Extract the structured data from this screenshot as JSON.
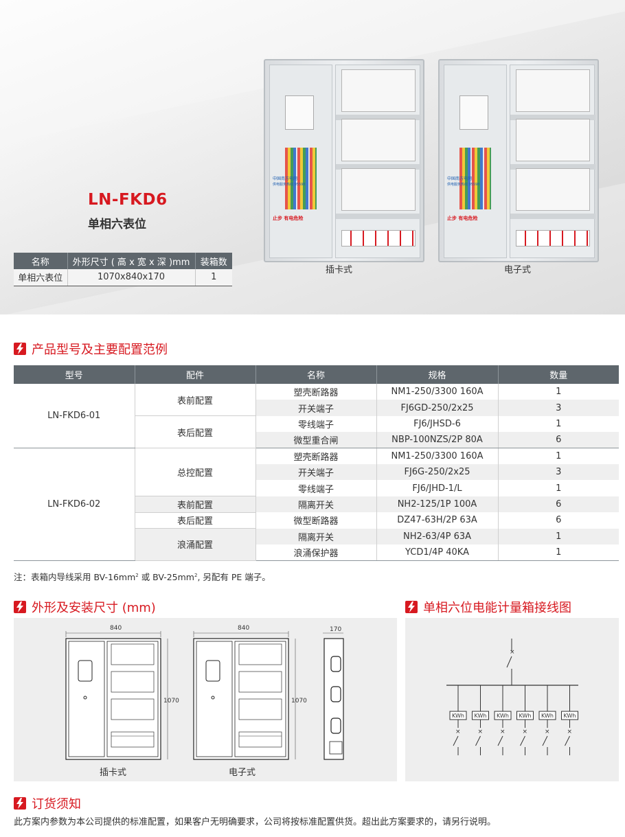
{
  "hero": {
    "model": "LN-FKD6",
    "subtitle": "单相六表位",
    "spec_table": {
      "headers": [
        "名称",
        "外形尺寸 ( 高 x 宽 x 深 )mm",
        "装箱数"
      ],
      "row": [
        "单相六表位",
        "1070x840x170",
        "1"
      ]
    },
    "photos": [
      {
        "caption": "插卡式",
        "brand_text": "中国南方电网",
        "hotline": "供电服务热线 95598",
        "warning": "止步 有电危险"
      },
      {
        "caption": "电子式",
        "brand_text": "中国南方电网",
        "hotline": "供电服务热线 95598",
        "warning": "止步 有电危险"
      }
    ]
  },
  "sections": {
    "config": "产品型号及主要配置范例",
    "dimensions": "外形及安装尺寸 (mm)",
    "wiring": "单相六位电能计量箱接线图",
    "order": "订货须知"
  },
  "config_table": {
    "headers": [
      "型号",
      "配件",
      "名称",
      "规格",
      "数量"
    ],
    "models": [
      {
        "model": "LN-FKD6-01",
        "groups": [
          {
            "name": "表前配置",
            "items": [
              {
                "name": "塑壳断路器",
                "spec": "NM1-250/3300 160A",
                "qty": "1"
              },
              {
                "name": "开关端子",
                "spec": "FJ6GD-250/2x25",
                "qty": "3"
              }
            ]
          },
          {
            "name": "表后配置",
            "items": [
              {
                "name": "零线端子",
                "spec": "FJ6/JHSD-6",
                "qty": "1"
              },
              {
                "name": "微型重合闸",
                "spec": "NBP-100NZS/2P 80A",
                "qty": "6"
              }
            ]
          }
        ]
      },
      {
        "model": "LN-FKD6-02",
        "groups": [
          {
            "name": "总控配置",
            "items": [
              {
                "name": "塑壳断路器",
                "spec": "NM1-250/3300 160A",
                "qty": "1"
              },
              {
                "name": "开关端子",
                "spec": "FJ6G-250/2x25",
                "qty": "3"
              },
              {
                "name": "零线端子",
                "spec": "FJ6/JHD-1/L",
                "qty": "1"
              }
            ]
          },
          {
            "name": "表前配置",
            "items": [
              {
                "name": "隔离开关",
                "spec": "NH2-125/1P 100A",
                "qty": "6"
              }
            ]
          },
          {
            "name": "表后配置",
            "items": [
              {
                "name": "微型断路器",
                "spec": "DZ47-63H/2P 63A",
                "qty": "6"
              }
            ]
          },
          {
            "name": "浪涌配置",
            "items": [
              {
                "name": "隔离开关",
                "spec": "NH2-63/4P 63A",
                "qty": "1"
              },
              {
                "name": "浪涌保护器",
                "spec": "YCD1/4P 40KA",
                "qty": "1"
              }
            ]
          }
        ]
      }
    ]
  },
  "note": {
    "prefix": "注：表箱内导线采用 BV-16mm",
    "sup1": "2",
    "middle": " 或 BV-25mm",
    "sup2": "2",
    "suffix": ", 另配有 PE 端子。"
  },
  "drawings": {
    "width_label": "840",
    "height_label": "1070",
    "depth_label": "170",
    "captions": [
      "插卡式",
      "电子式"
    ]
  },
  "wiring": {
    "meter_label": "KWh",
    "meter_count": 6
  },
  "order_text": "此方案内参数为本公司提供的标准配置，如果客户无明确要求，公司将按标准配置供货。超出此方案要求的，请另行说明。"
}
